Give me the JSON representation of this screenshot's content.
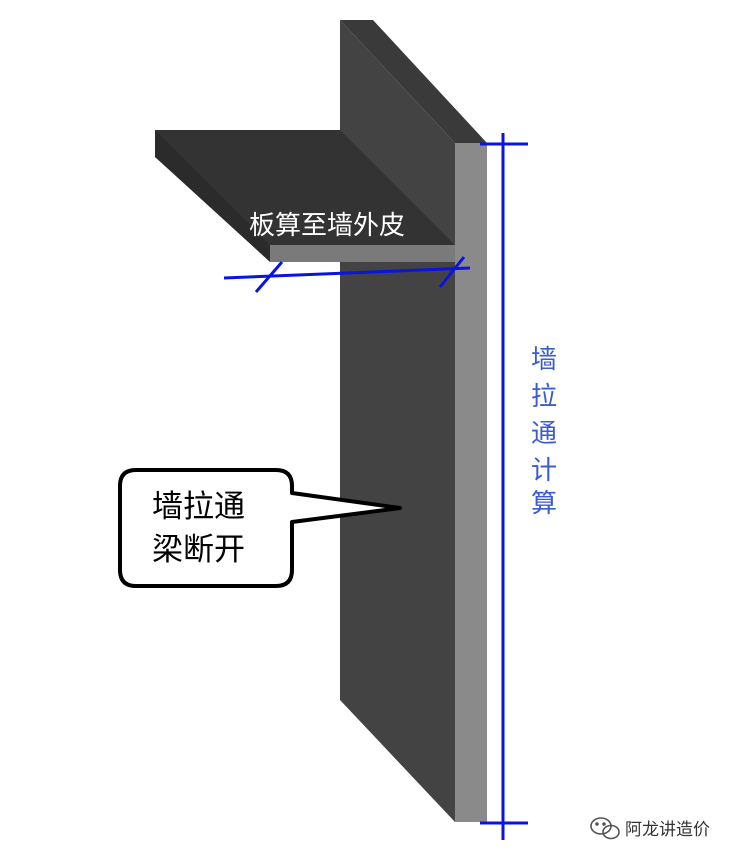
{
  "slab_label": "板算至墙外皮",
  "wall_label_chars": [
    "墙",
    "拉",
    "通",
    "计",
    "算"
  ],
  "callout": {
    "line1": "墙拉通",
    "line2": "梁断开"
  },
  "watermark": {
    "icon": "wechat-icon",
    "text": "阿龙讲造价"
  },
  "colors": {
    "wall_face": "#434343",
    "wall_top": "#3a3a3a",
    "wall_side": "#8a8a8a",
    "slab_top": "#333333",
    "slab_edge": "#7a7a7a",
    "dimension": "#0a14e0",
    "vertical_text": "#3b5ccf"
  }
}
